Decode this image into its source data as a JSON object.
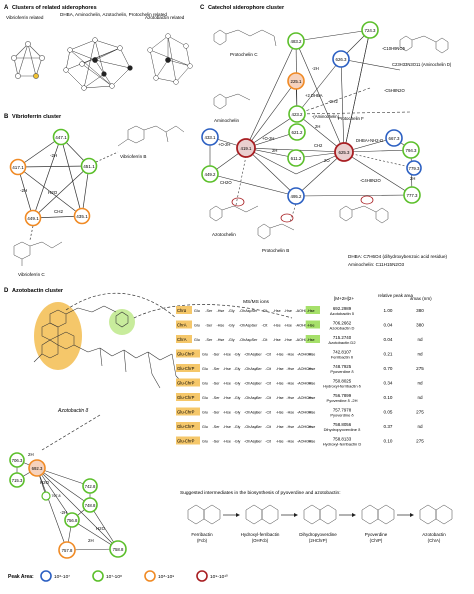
{
  "panelA": {
    "letter": "A",
    "title": "Clusters of related siderophores",
    "labels": [
      "Vibrioferrin related",
      "DHBA, Aminochelin, Azotochelin, Protochelin related",
      "Azotobactin related"
    ]
  },
  "panelB": {
    "letter": "B",
    "title": "Vibrioferrin cluster",
    "nodes": [
      "447.1",
      "451.1",
      "417.1",
      "449.1",
      "435.1"
    ],
    "edges": [
      "-2H",
      "H2O",
      "CH2",
      "-2H"
    ],
    "molecules": [
      "Vibrioferrin B",
      "Vibrioferrin C"
    ]
  },
  "panelC": {
    "letter": "C",
    "title": "Catechol siderophore cluster",
    "nodes": [
      "483.2",
      "724.3",
      "626.3",
      "225.1",
      "423.2",
      "621.2",
      "419.1",
      "433.1",
      "449.2",
      "611.2",
      "625.3",
      "667.3",
      "794.3",
      "779.3",
      "777.3",
      "495.2"
    ],
    "edges": [
      "-C10H9NO5",
      "-C5H8N2O",
      "-2H",
      "+2 DHBA",
      "-CH2",
      "2H",
      "+O-2H",
      "+O-2H",
      "CH2",
      "2H",
      "2O",
      "DHBA+NH2-O",
      "2H",
      "-C4H8N2O",
      "CH2O",
      "-(Aminochelin)"
    ],
    "molecules": [
      "Protochelin C",
      "Aminochelin",
      "Protochelin F",
      "C23H33N3O11 (Aminochelin D)",
      "Protochelin B",
      "Azotochelin"
    ],
    "notes": [
      "DHBA: C7H6O4 (dihydroxybenzoic acid residue)",
      "Aminochelin: C11H15N2O3"
    ]
  },
  "panelD": {
    "letter": "D",
    "title": "Azotobactin cluster",
    "msms_label": "MS/MS ions",
    "molecule_name": "Azotobactin δ",
    "columns": [
      "[M+2H]2+",
      "relative peak area",
      "λmax (nm)"
    ],
    "rows": [
      {
        "name": "Azotobactin δ",
        "chrom": "Chrα",
        "mz": "692.2989",
        "area": "1.00",
        "lam": "380"
      },
      {
        "name": "Azotobactin D",
        "chrom": "ChrA",
        "mz": "706.2662",
        "area": "0.04",
        "lam": "380"
      },
      {
        "name": "Azotobactin D2",
        "chrom": "ChrA",
        "mz": "715.2740",
        "area": "0.04",
        "lam": "nd"
      },
      {
        "name": "Ferribactin δ",
        "chrom": "Glu-ChrP",
        "mz": "742.8107",
        "area": "0.21",
        "lam": "nd"
      },
      {
        "name": "Pyoverdine δ",
        "chrom": "Glu-ChrP",
        "mz": "748.7925",
        "area": "0.70",
        "lam": "275"
      },
      {
        "name": "Hydroxyl-ferribactin δ",
        "chrom": "Glu-ChrP",
        "mz": "750.8025",
        "area": "0.34",
        "lam": "nd"
      },
      {
        "name": "Pyoverdine δ -2H",
        "chrom": "Glu-ChrP",
        "mz": "756.7899",
        "area": "0.10",
        "lam": "nd"
      },
      {
        "name": "Pyoverdine δ",
        "chrom": "Glu-ChrP",
        "mz": "757.7978",
        "area": "0.05",
        "lam": "275"
      },
      {
        "name": "Dihydropyoverdine δ",
        "chrom": "Glu-ChrP",
        "mz": "758.8056",
        "area": "0.37",
        "lam": "nd"
      },
      {
        "name": "Hydroxyl-ferribactin D",
        "chrom": "Glu-ChrP",
        "mz": "758.8133",
        "area": "0.10",
        "lam": "275"
      }
    ],
    "sequence": [
      "Glu",
      "Ser",
      "Hse",
      "Gly",
      "OhAsp",
      "Ser",
      "Cit",
      "Hse",
      "Hse",
      "AOHOrn",
      "Hse"
    ],
    "pathway_title": "Suggested intermediates in the biosynthesis of pyoverdine and azotobactin:",
    "pathway": [
      {
        "name": "Ferribactin",
        "abbr": "(Fcb)"
      },
      {
        "name": "Hydroxyl-ferribactin",
        "abbr": "(OHFcb)"
      },
      {
        "name": "Dihydropyoverdine",
        "abbr": "(2HChrP)"
      },
      {
        "name": "Pyoverdine",
        "abbr": "(ChrP)"
      },
      {
        "name": "Azotobactin",
        "abbr": "(ChrA)"
      }
    ],
    "nodes": [
      "706.3",
      "715.3",
      "692.3",
      "742.8",
      "748.8",
      "756.8",
      "757.8",
      "758.8",
      "767.8"
    ],
    "edges": [
      "2H",
      "H2O",
      "-2H",
      "H2O",
      "2H"
    ]
  },
  "legend": {
    "title": "Peak Area:",
    "items": [
      {
        "label": "10⁶-10⁷",
        "color": "#2b5fc2"
      },
      {
        "label": "10⁷-10⁸",
        "color": "#5bbf2a"
      },
      {
        "label": "10⁸-10⁹",
        "color": "#f08a24"
      },
      {
        "label": "10⁹-10¹⁰",
        "color": "#a81e22"
      }
    ]
  }
}
